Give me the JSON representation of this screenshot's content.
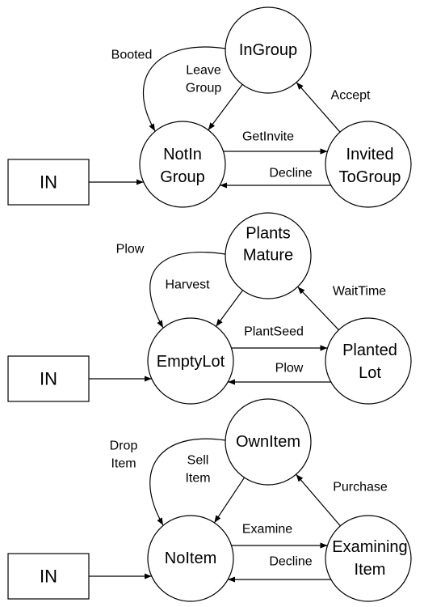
{
  "machines": [
    {
      "entry_label": "IN",
      "states": {
        "top": [
          "InGroup"
        ],
        "left": [
          "NotIn",
          "Group"
        ],
        "right": [
          "Invited",
          "ToGroup"
        ]
      },
      "transitions": {
        "loop_outer": [
          "Booted"
        ],
        "top_to_left": [
          "Leave",
          "Group"
        ],
        "right_to_top": [
          "Accept"
        ],
        "left_to_right": [
          "GetInvite"
        ],
        "right_to_left": [
          "Decline"
        ]
      }
    },
    {
      "entry_label": "IN",
      "states": {
        "top": [
          "Plants",
          "Mature"
        ],
        "left": [
          "EmptyLot"
        ],
        "right": [
          "Planted",
          "Lot"
        ]
      },
      "transitions": {
        "loop_outer": [
          "Plow"
        ],
        "top_to_left": [
          "Harvest"
        ],
        "right_to_top": [
          "WaitTime"
        ],
        "left_to_right": [
          "PlantSeed"
        ],
        "right_to_left": [
          "Plow"
        ]
      }
    },
    {
      "entry_label": "IN",
      "states": {
        "top": [
          "OwnItem"
        ],
        "left": [
          "NoItem"
        ],
        "right": [
          "Examining",
          "Item"
        ]
      },
      "transitions": {
        "loop_outer": [
          "Drop",
          "Item"
        ],
        "top_to_left": [
          "Sell",
          "Item"
        ],
        "right_to_top": [
          "Purchase"
        ],
        "left_to_right": [
          "Examine"
        ],
        "right_to_left": [
          "Decline"
        ]
      }
    }
  ]
}
